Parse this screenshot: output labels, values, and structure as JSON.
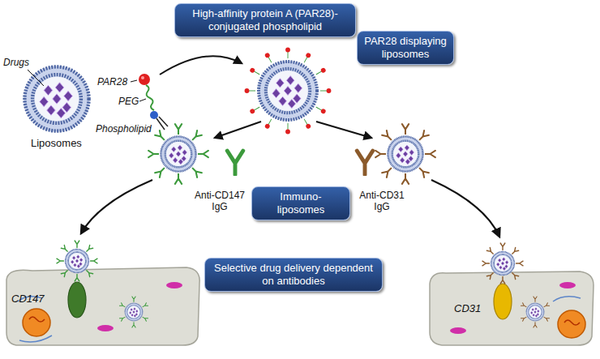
{
  "diagram": {
    "nodes": [
      {
        "text": [
          "High-affinity protein A (PAR28)-conjugated phospholipid"
        ]
      },
      {
        "text": [
          "PAR28 displaying liposomes"
        ]
      },
      {
        "text": [
          "Immuno-liposomes"
        ]
      },
      {
        "text": [
          "Selective drug delivery dependent on antibodies"
        ]
      }
    ],
    "labels": [
      "Drugs",
      "Liposomes",
      "PAR28",
      "PEG",
      "Phospholipid",
      "Anti-CD147 IgG",
      "Anti-CD31 IgG",
      "CD147",
      "CD31"
    ]
  }
}
